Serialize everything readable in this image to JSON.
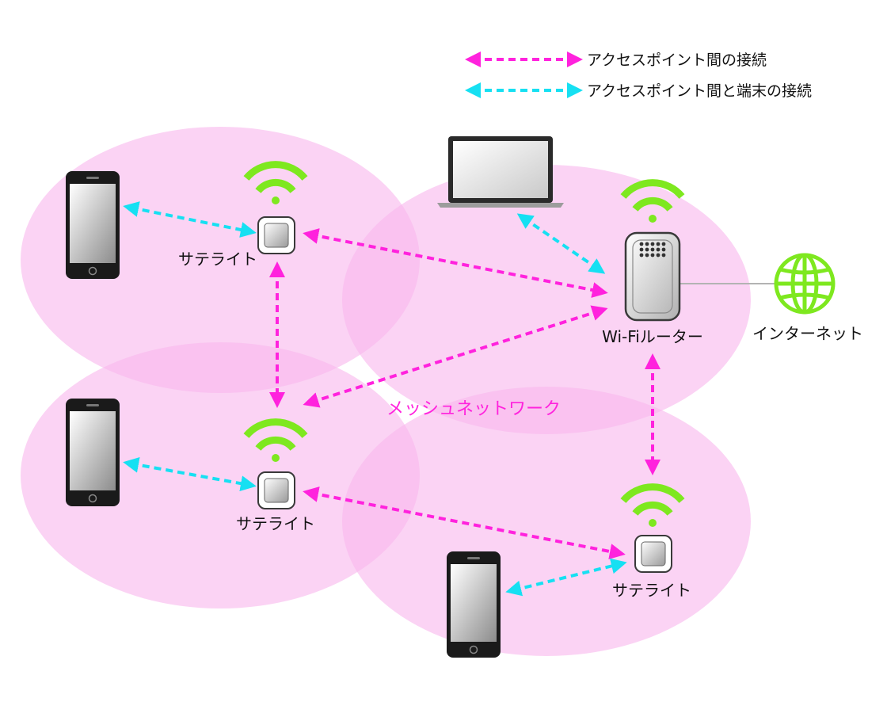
{
  "colors": {
    "coverage": "#f9b8ee",
    "ap_link": "#ff22dd",
    "device_link": "#16e0f2",
    "wifi": "#7ee81f",
    "globe": "#7ee81f",
    "mesh_text": "#ff22dd",
    "cable": "#b3b3b3"
  },
  "legend": {
    "ap_link_label": "アクセスポイント間の接続",
    "device_link_label": "アクセスポイント間と端末の接続"
  },
  "labels": {
    "satellite_top_left": "サテライト",
    "satellite_mid_left": "サテライト",
    "satellite_bottom_right": "サテライト",
    "router": "Wi-Fiルーター",
    "internet": "インターネット",
    "mesh_network": "メッシュネットワーク"
  },
  "icons": [
    "smartphone-icon",
    "laptop-icon",
    "router-icon",
    "satellite-icon",
    "wifi-icon",
    "globe-icon"
  ]
}
